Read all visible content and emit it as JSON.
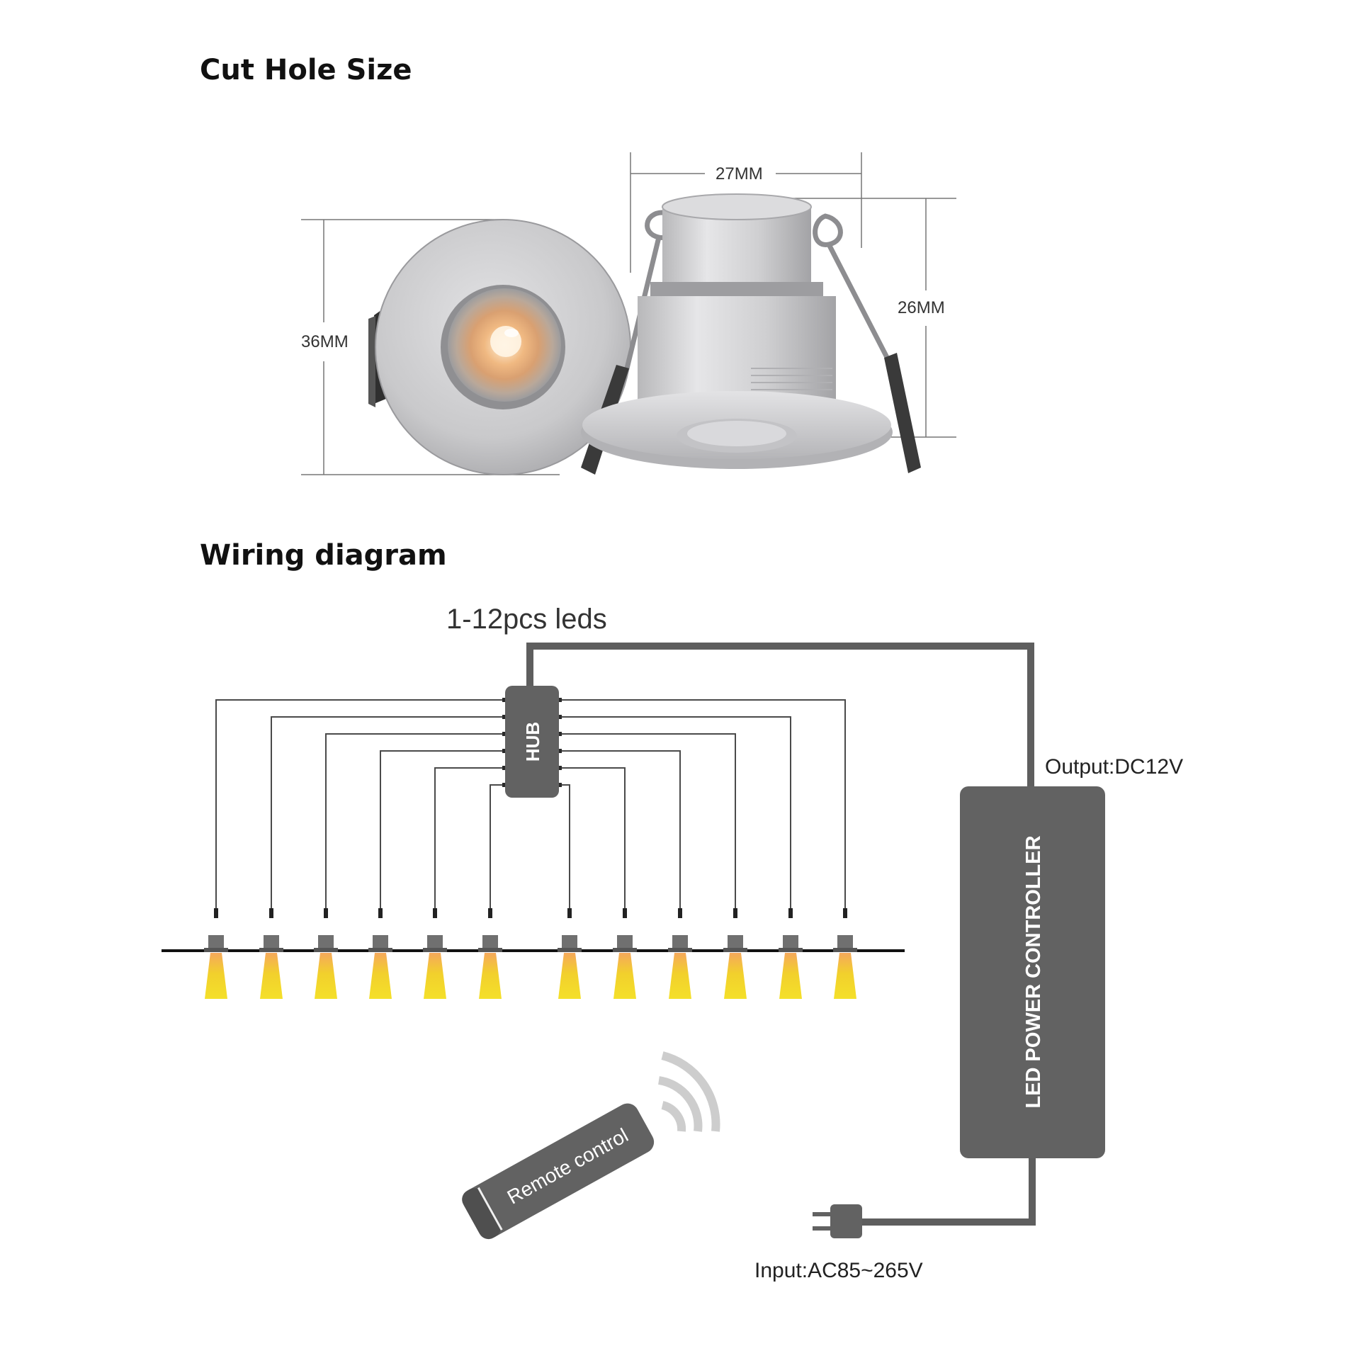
{
  "sections": {
    "cut_hole_title": "Cut Hole Size",
    "wiring_title": "Wiring diagram"
  },
  "dimensions": {
    "front_diameter": "36MM",
    "top_width": "27MM",
    "body_height": "26MM"
  },
  "wiring": {
    "leds_label": "1-12pcs leds",
    "hub_label": "HUB",
    "controller_label": "LED POWER CONTROLLER",
    "output_label": "Output:DC12V",
    "input_label": "Input:AC85~265V",
    "remote_label": "Remote control",
    "led_count": 12
  },
  "colors": {
    "device_gray": "#626262",
    "wire_dark": "#4a4a4a",
    "light_yellow": "#f2dc2c",
    "light_orange": "#f5a85c",
    "signal_gray": "#c8c8c8",
    "aluminium": "#c8c8ca"
  }
}
